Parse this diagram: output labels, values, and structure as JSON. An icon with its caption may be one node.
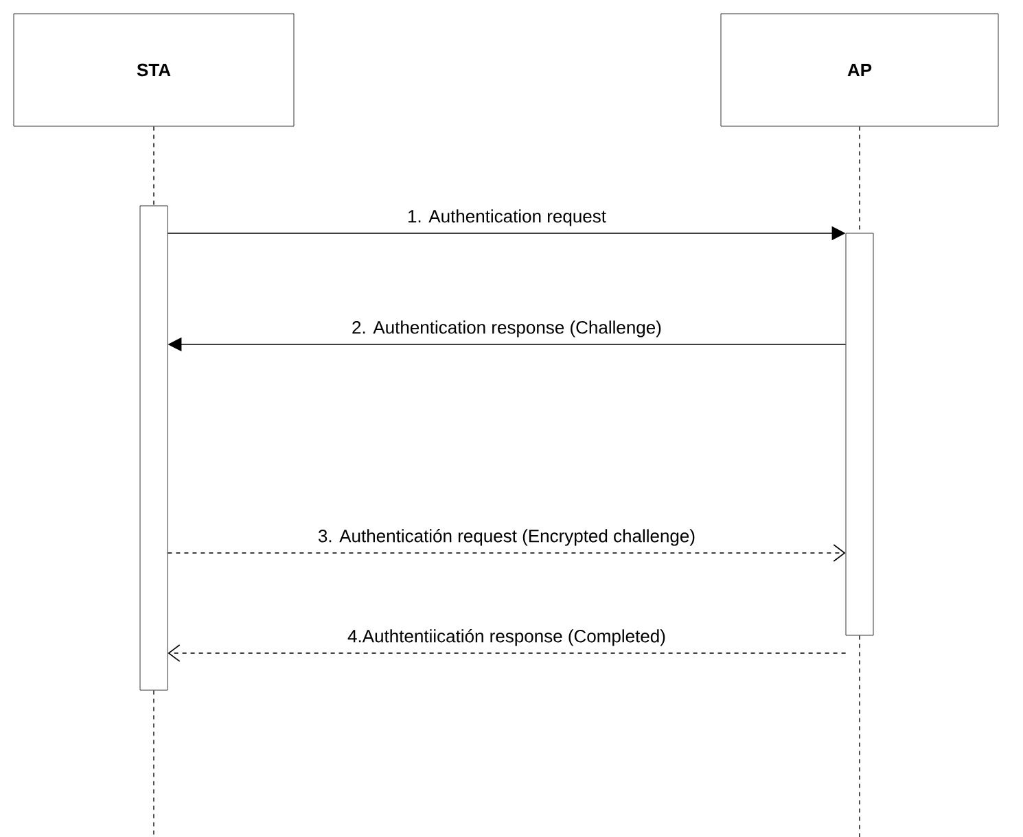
{
  "diagram": {
    "nodes": [
      {
        "text": [
          "STA"
        ]
      },
      {
        "text": [
          "AP"
        ]
      },
      {
        "text": [],
        "shape": "bar"
      },
      {
        "text": [],
        "shape": "bar"
      }
    ],
    "edges": [
      {
        "from": 0,
        "to": 2,
        "arrow": "none",
        "style": "dashed"
      },
      {
        "from": 2,
        "to": null,
        "arrow": "none",
        "style": "dashed"
      },
      {
        "from": 1,
        "to": 3,
        "arrow": "none",
        "style": "dashed"
      },
      {
        "from": 3,
        "to": null,
        "arrow": "none",
        "style": "dashed"
      },
      {
        "from": 2,
        "to": 3,
        "arrow": "to",
        "label": "1. Authentication request"
      },
      {
        "from": 3,
        "to": 2,
        "arrow": "to",
        "label": "2. Authentication response (Challenge)"
      },
      {
        "from": 2,
        "to": 3,
        "arrow": "to",
        "style": "dashed",
        "label": "3. Authenticatión request (Encrypted challenge)"
      },
      {
        "from": 3,
        "to": 2,
        "arrow": "to",
        "style": "dashed",
        "label": "4.Authtentiicatión response (Completed)"
      }
    ]
  }
}
